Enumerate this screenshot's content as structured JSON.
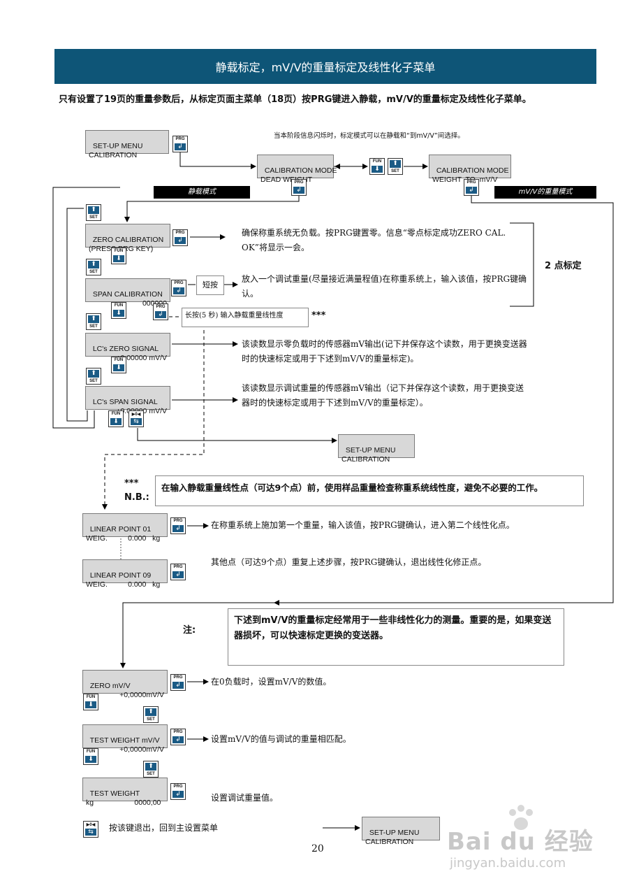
{
  "header": {
    "title": "静载标定，mV/V的重量标定及线性化子菜单"
  },
  "intro": "只有设置了19页的重量参数后，从标定页面主菜单（18页）按PRG键进入静载，mV/V的重量标定及线性化子菜单。",
  "top_note": "当本阶段信息闪烁时，标定模式可以在静载和“到mV/V”间选择。",
  "keys": {
    "prg": "PRG",
    "fun": "FUN",
    "set": "SET",
    "zero": "▶0◀"
  },
  "boxes": {
    "setup1": [
      "SET-UP MENU",
      "CALIBRATION"
    ],
    "cal_dead": [
      "CALIBRATION MODE",
      "DEAD WEIGHT"
    ],
    "cal_mv": [
      "CALIBRATION MODE",
      "WEIGHT  TO  mV/V"
    ],
    "zero_cal": [
      "ZERO CALIBRATION",
      "(PRESS PRG KEY)"
    ],
    "span_cal": [
      "SPAN CALIBRATION",
      "000000"
    ],
    "lc_zero": [
      "LC's ZERO SIGNAL",
      "+0.00000 mV/V"
    ],
    "lc_span": [
      "LC's SPAN SIGNAL",
      "+0.00000 mV/V"
    ],
    "setup2": [
      "SET-UP MENU",
      "CALIBRATION"
    ],
    "lin01": [
      "LINEAR POINT 01",
      "WEIG.          0.000   kg"
    ],
    "lin09": [
      "LINEAR POINT 09",
      "WEIG.          0.000   kg"
    ],
    "zero_mv": [
      "ZERO mV/V",
      "+0,0000mV/V"
    ],
    "test_mv": [
      "TEST WEIGHT mV/V",
      "+0,0000mV/V"
    ],
    "test_w": [
      "TEST WEIGHT",
      "kg                    0000,00"
    ],
    "setup3": [
      "SET-UP MENU",
      "CALIBRATION"
    ]
  },
  "labels": {
    "dead_mode": "静载模式",
    "mv_mode": "mV/V的重量模式",
    "two_point": "2 点标定",
    "short_press": "短按",
    "long_press": "长按(5 秒) 输入静载重量线性度",
    "stars": "***",
    "nb_stars": "***",
    "nb": "N.B.:",
    "note_label": "注:"
  },
  "texts": {
    "zero_cal": "确保称重系统无负载。按PRG键置零。信息“零点标定成功ZERO CAL. OK”将显示一会。",
    "span_cal": "放入一个调试重量(尽量接近满量程值)在称重系统上，输入该值，按PRG键确认。",
    "lc_zero": "该读数显示零负载时的传感器mV输出(记下并保存这个读数，用于更换变送器时的快速标定或用于下述到mV/V的重量标定)。",
    "lc_span": "该读数显示调试重量的传感器mV输出（记下并保存这个读数，用于更换变送器时的快速标定或用于下述到mV/V的重量标定）。",
    "nb": "在输入静载重量线性点（可达9个点）前，使用样品重量检查称重系统线性度，避免不必要的工作。",
    "lin01": "在称重系统上施加第一个重量，输入该值，按PRG键确认，进入第二个线性化点。",
    "lin09": "其他点（可达9个点）重复上述步骤，按PRG键确认，退出线性化修正点。",
    "note": "下述到mV/V的重量标定经常用于一些非线性化力的测量。重要的是，如果变送器损坏，可以快速标定更换的变送器。",
    "zero_mv": "在0负载时，设置mV/V的数值。",
    "test_mv": "设置mV/V的值与调试的重量相匹配。",
    "test_w": "设置调试重量值。",
    "exit": "按该键退出，回到主设置菜单"
  },
  "page_number": "20",
  "watermark": {
    "brand": "Bai du 经验",
    "url": "jingyan.baidu.com"
  }
}
